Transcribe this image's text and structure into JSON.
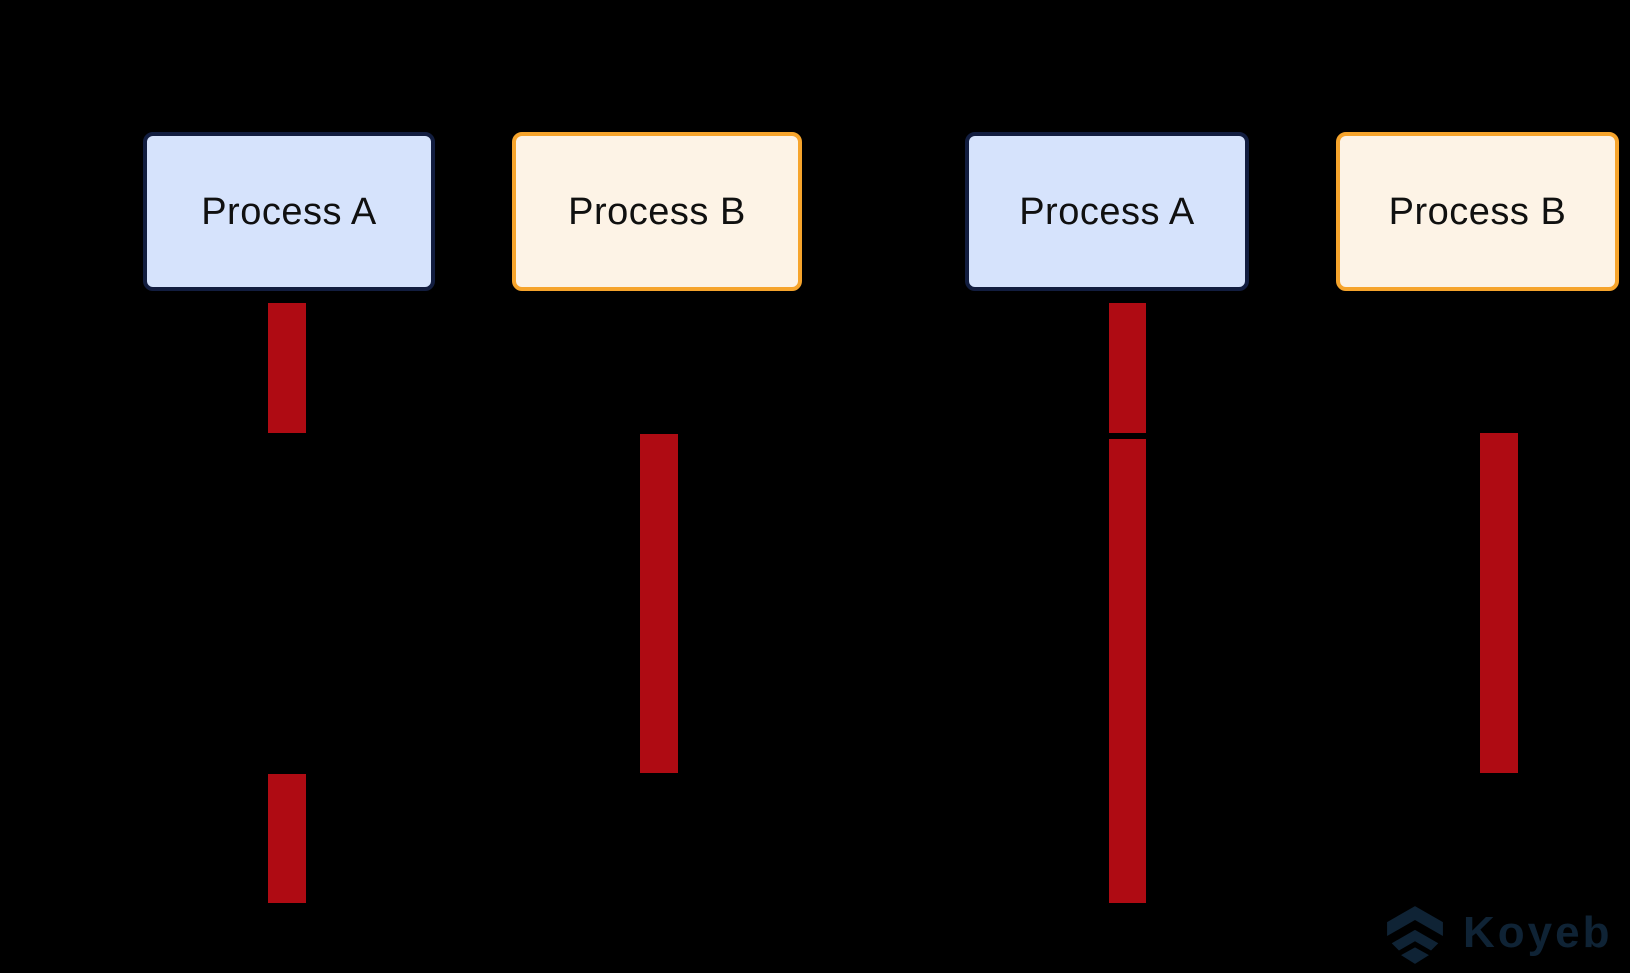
{
  "colors": {
    "background": "#000000",
    "activation_bar": "#AF0B13",
    "process_a_fill": "#D6E3FC",
    "process_a_border": "#121D3F",
    "process_b_fill": "#FDF3E6",
    "process_b_border": "#F6A42C",
    "brand": "#0F2335"
  },
  "panels": [
    {
      "id": "left",
      "boxes": [
        {
          "label": "Process A"
        },
        {
          "label": "Process B"
        }
      ]
    },
    {
      "id": "right",
      "boxes": [
        {
          "label": "Process A"
        },
        {
          "label": "Process B"
        }
      ]
    }
  ],
  "brand": {
    "wordmark": "Koyeb"
  }
}
